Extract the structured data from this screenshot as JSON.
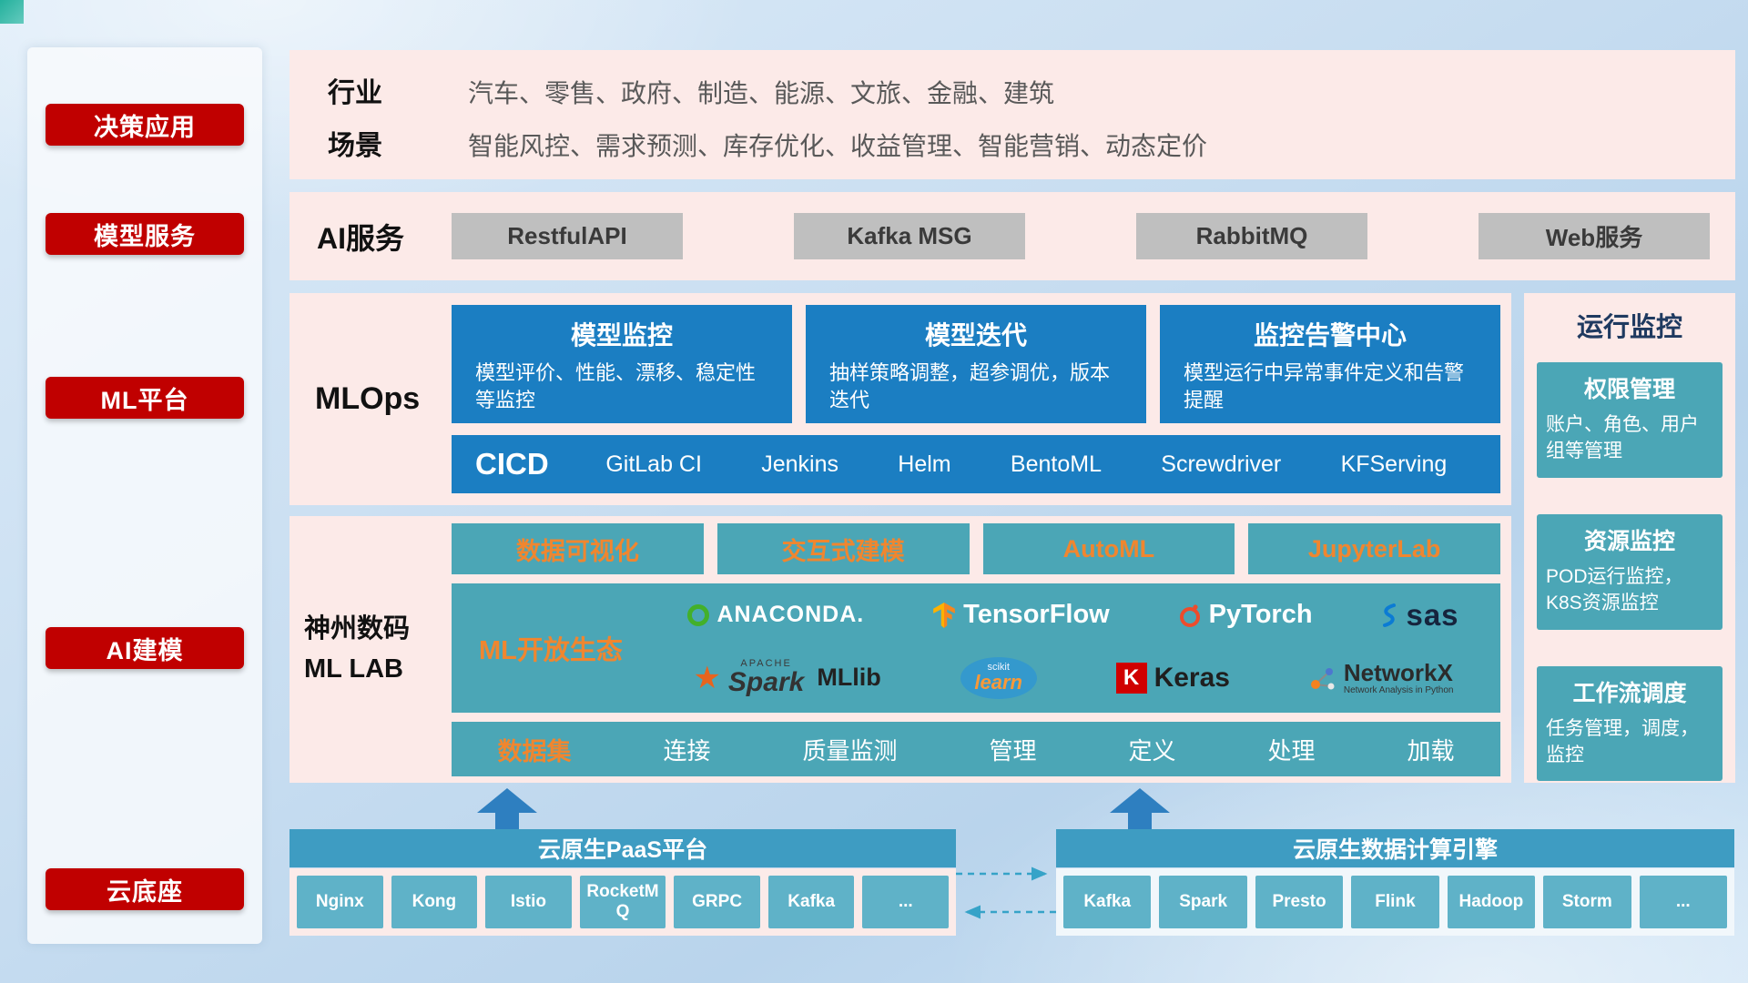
{
  "sidebar": {
    "items": [
      "决策应用",
      "模型服务",
      "ML平台",
      "AI建模",
      "云底座"
    ]
  },
  "industry": {
    "row1_label": "行业",
    "row1_text": "汽车、零售、政府、制造、能源、文旅、金融、建筑",
    "row2_label": "场景",
    "row2_text": "智能风控、需求预测、库存优化、收益管理、智能营销、动态定价"
  },
  "ai_service": {
    "label": "AI服务",
    "buttons": [
      "RestfulAPI",
      "Kafka MSG",
      "RabbitMQ",
      "Web服务"
    ]
  },
  "mlops": {
    "label": "MLOps",
    "cards": [
      {
        "title": "模型监控",
        "desc": "模型评价、性能、漂移、稳定性等监控"
      },
      {
        "title": "模型迭代",
        "desc": "抽样策略调整，超参调优，版本迭代"
      },
      {
        "title": "监控告警中心",
        "desc": "模型运行中异常事件定义和告警提醒"
      }
    ],
    "cicd_title": "CICD",
    "cicd_tools": [
      "GitLab CI",
      "Jenkins",
      "Helm",
      "BentoML",
      "Screwdriver",
      "KFServing"
    ]
  },
  "monitor": {
    "title": "运行监控",
    "cards": [
      {
        "title": "权限管理",
        "desc": "账户、角色、用户组等管理"
      },
      {
        "title": "资源监控",
        "desc": "POD运行监控，K8S资源监控"
      },
      {
        "title": "工作流调度",
        "desc": "任务管理，调度，监控"
      }
    ]
  },
  "mllab": {
    "label_line1": "神州数码",
    "label_line2": "ML LAB",
    "tools": [
      "数据可视化",
      "交互式建模",
      "AutoML",
      "JupyterLab"
    ],
    "eco_label": "ML开放生态",
    "logos_row1": [
      {
        "name": "ANACONDA."
      },
      {
        "name": "TensorFlow"
      },
      {
        "name": "PyTorch"
      },
      {
        "name": "sas"
      }
    ],
    "logos_row2": [
      {
        "sub": "APACHE",
        "name": "Spark"
      },
      {
        "name": "MLlib"
      },
      {
        "sub": "scikit",
        "name": "learn"
      },
      {
        "icon": "K",
        "name": "Keras"
      },
      {
        "name": "NetworkX",
        "sub": "Network Analysis in Python"
      }
    ],
    "dataset": [
      "数据集",
      "连接",
      "质量监测",
      "管理",
      "定义",
      "处理",
      "加载"
    ]
  },
  "paas": {
    "title": "云原生PaaS平台",
    "items": [
      "Nginx",
      "Kong",
      "Istio",
      "RocketMQ",
      "GRPC",
      "Kafka",
      "..."
    ]
  },
  "engine": {
    "title": "云原生数据计算引擎",
    "items": [
      "Kafka",
      "Spark",
      "Presto",
      "Flink",
      "Hadoop",
      "Storm",
      "..."
    ]
  },
  "colors": {
    "accent_red": "#c00000",
    "panel_pink": "#fceae8",
    "primary_blue": "#1b7ec2",
    "teal": "#4ba6b6",
    "orange": "#f0862f",
    "gray_button": "#bfbfbf",
    "bottom_bar_blue": "#3e9cc2",
    "bottom_button_teal": "#5fb2c8",
    "arrow_blue": "#2e7fc0"
  }
}
